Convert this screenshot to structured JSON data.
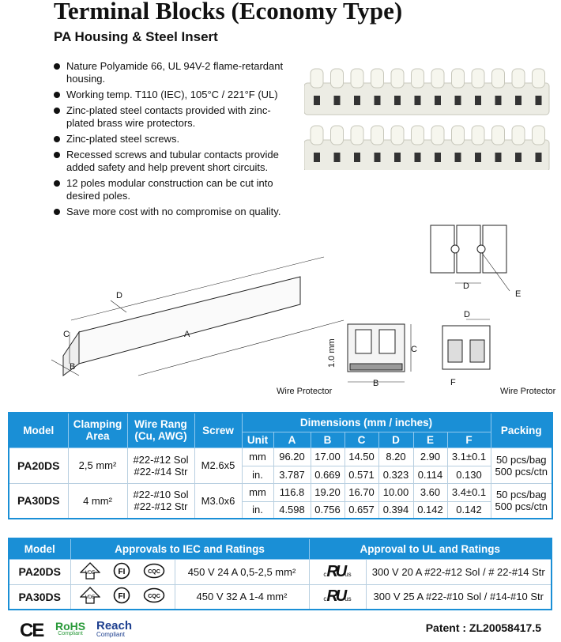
{
  "title": "Terminal Blocks (Economy Type)",
  "subtitle": "PA Housing & Steel Insert",
  "features": [
    "Nature Polyamide 66, UL 94V-2 flame-retardant housing.",
    "Working temp. T110 (IEC), 105°C / 221°F (UL)",
    "Zinc-plated steel contacts provided with zinc-plated brass wire protectors.",
    "Zinc-plated steel screws.",
    "Recessed screws and tubular contacts provide added safety and help prevent short circuits.",
    "12 poles modular construction can be cut into desired poles.",
    "Save more cost with no compromise on quality."
  ],
  "drawing": {
    "A": "A",
    "B": "B",
    "C": "C",
    "D": "D",
    "E": "E",
    "F": "F",
    "thickness": "1.0 mm",
    "wire_protector": "Wire Protector"
  },
  "dims_table": {
    "headers": {
      "model": "Model",
      "clamping": "Clamping Area",
      "wire": "Wire Rang (Cu, AWG)",
      "screw": "Screw",
      "dimensions": "Dimensions (mm / inches)",
      "unit": "Unit",
      "cols": [
        "A",
        "B",
        "C",
        "D",
        "E",
        "F"
      ],
      "packing": "Packing"
    },
    "rows": [
      {
        "model": "PA20DS",
        "clamping": "2,5 mm²",
        "wire1": "#22-#12 Sol",
        "wire2": "#22-#14 Str",
        "screw": "M2.6x5",
        "mm": [
          "mm",
          "96.20",
          "17.00",
          "14.50",
          "8.20",
          "2.90",
          "3.1±0.1"
        ],
        "in": [
          "in.",
          "3.787",
          "0.669",
          "0.571",
          "0.323",
          "0.114",
          "0.130"
        ],
        "pack1": "50 pcs/bag",
        "pack2": "500 pcs/ctn"
      },
      {
        "model": "PA30DS",
        "clamping": "4 mm²",
        "wire1": "#22-#10 Sol",
        "wire2": "#22-#12 Str",
        "screw": "M3.0x6",
        "mm": [
          "mm",
          "116.8",
          "19.20",
          "16.70",
          "10.00",
          "3.60",
          "3.4±0.1"
        ],
        "in": [
          "in.",
          "4.598",
          "0.756",
          "0.657",
          "0.394",
          "0.142",
          "0.142"
        ],
        "pack1": "50 pcs/bag",
        "pack2": "500 pcs/ctn"
      }
    ]
  },
  "approvals_table": {
    "headers": {
      "model": "Model",
      "iec": "Approvals to IEC and Ratings",
      "ul": "Approval to UL and Ratings"
    },
    "cert_marks": {
      "vde": "VDE",
      "fi": "FI",
      "cqc": "CQC",
      "ul_c": "c",
      "ul_us": "us",
      "ul": "RU"
    },
    "rows": [
      {
        "model": "PA20DS",
        "iec": "450 V   24 A   0,5-2,5 mm²",
        "ul": "300 V  20 A   #22-#12 Sol / # 22-#14 Str"
      },
      {
        "model": "PA30DS",
        "iec": "450 V   32 A   1-4 mm²",
        "ul": "300 V  25 A   #22-#10 Sol / #14-#10 Str"
      }
    ]
  },
  "footer": {
    "ce": "CE",
    "rohs": "RoHS",
    "rohs_sub": "Compliant",
    "reach": "Reach",
    "reach_sub": "Compliant",
    "patent": "Patent : ZL20058417.5"
  }
}
